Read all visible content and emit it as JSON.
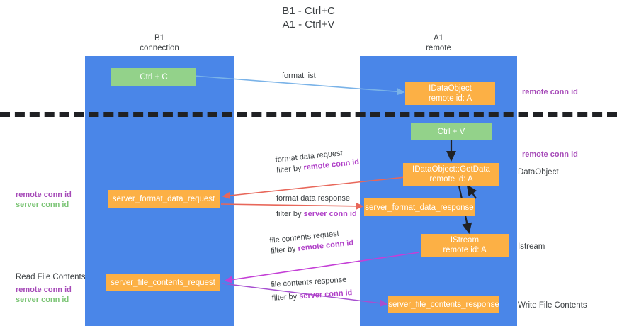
{
  "title": {
    "line1": "B1 - Ctrl+C",
    "line2": "A1 - Ctrl+V"
  },
  "lanes": [
    {
      "name": "B1",
      "role": "connection"
    },
    {
      "name": "A1",
      "role": "remote"
    }
  ],
  "boxes": {
    "ctrl_c": {
      "label": "Ctrl + C"
    },
    "ctrl_v": {
      "label": "Ctrl + V"
    },
    "idataobject": {
      "line1": "IDataObject",
      "line2": "remote id: A"
    },
    "idataobject_getdata": {
      "line1": "IDataObject::GetData",
      "line2": "remote id: A"
    },
    "istream": {
      "line1": "IStream",
      "line2": "remote id: A"
    },
    "server_format_data_request": {
      "label": "server_format_data_request"
    },
    "server_format_data_response": {
      "label": "server_format_data_response"
    },
    "server_file_contents_request": {
      "label": "server_file_contents_request"
    },
    "server_file_contents_response": {
      "label": "server_file_contents_response"
    }
  },
  "arrow_labels": {
    "format_list": "format list",
    "format_data_request": "format data request",
    "format_data_request_filter_prefix": "filter by ",
    "format_data_request_filter_key": "remote conn id",
    "format_data_response": "format data response",
    "format_data_response_filter_prefix": "filter by ",
    "format_data_response_filter_key": "server conn id",
    "file_contents_request": "file contents request",
    "file_contents_request_filter_prefix": "filter by ",
    "file_contents_request_filter_key": "remote conn id",
    "file_contents_response": "file contents response",
    "file_contents_response_filter_prefix": "filter by ",
    "file_contents_response_filter_key": "server conn id"
  },
  "annotations": {
    "right_remote_conn_top": "remote conn id",
    "right_remote_conn_mid": "remote conn id",
    "right_dataobject": "DataObject",
    "right_istream": "Istream",
    "right_write_file_contents": "Write File Contents",
    "left_remote_conn_id": "remote conn id",
    "left_server_conn_id": "server conn id",
    "left_read_file_contents": "Read File Contents",
    "left_remote_conn_id2": "remote conn id",
    "left_server_conn_id2": "server conn id"
  },
  "colors": {
    "lane": "#4a86e8",
    "green_box": "#93d28a",
    "orange_box": "#fcb045",
    "divider": "#202124",
    "arrow_blue": "#7ab3e8",
    "arrow_red": "#e8675a",
    "arrow_magenta": "#c43fd6",
    "arrow_purple": "#a74fd0",
    "arrow_black": "#202124",
    "key_purple": "#a64ab8",
    "key_green": "#7cc576"
  }
}
